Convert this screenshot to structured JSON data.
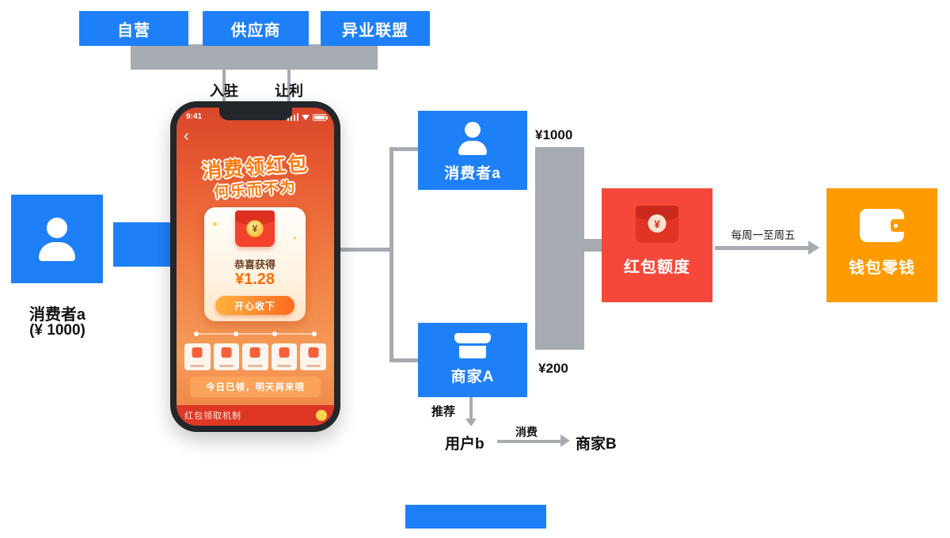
{
  "colors": {
    "blue": "#1e80f8",
    "gray": "#a6abb2",
    "red": "#f6483a",
    "orange": "#fe9b00"
  },
  "top_buttons": [
    {
      "label": "自营"
    },
    {
      "label": "供应商"
    },
    {
      "label": "异业联盟"
    }
  ],
  "join_labels": {
    "left": "入驻",
    "right": "让利"
  },
  "left_actor": {
    "name": "消费者a",
    "amount": "(¥ 1000)"
  },
  "phone": {
    "status_time": "9:41",
    "back_icon": "‹",
    "title_line1": "消费领红包",
    "title_line2": "何乐而不为",
    "card": {
      "congrats": "恭喜获得",
      "amount": "¥1.28",
      "button_label": "开心收下",
      "coin_symbol": "¥",
      "spark": "✦"
    },
    "banner": "今日已领，明天再来哦",
    "footer": "红包领取机制"
  },
  "flow": {
    "consumer_box": "消费者a",
    "merchant_box": "商家A",
    "consumer_amount": "¥1000",
    "merchant_amount": "¥200",
    "redpacket_box": "红包额度",
    "redpacket_coin": "¥",
    "wallet_box": "钱包零钱",
    "transfer_schedule": "每周一至周五",
    "recommend": "推荐",
    "user_b": "用户b",
    "consume": "消费",
    "merchant_b": "商家B"
  }
}
